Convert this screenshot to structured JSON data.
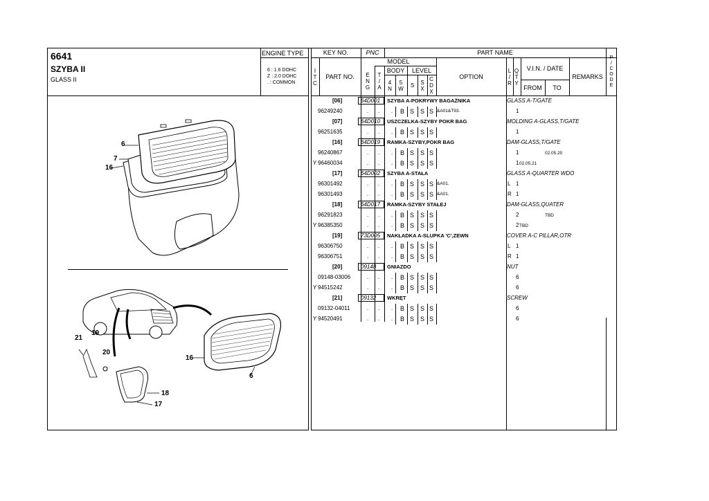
{
  "header": {
    "page_code": "6641",
    "title": "SZYBA II",
    "subtitle": "GLASS II",
    "engine_type_label": "ENGINE TYPE",
    "engine_lines": [
      "6 : 1.6 DOHC",
      "Z : 2.0 DOHC",
      ". : COMMON"
    ],
    "key_no_label": "KEY NO.",
    "pnc_label": "PNC",
    "part_name_label": "PART NAME",
    "itc_label": "I T C",
    "part_no_label": "PART NO.",
    "model_label": "MODEL",
    "body_label": "BODY",
    "level_label": "LEVEL",
    "eng_label": "E N G",
    "ta_label": "T / A",
    "body_cols": [
      "4 N",
      "5 W"
    ],
    "level_cols": [
      "S",
      "S X",
      "C D X"
    ],
    "option_label": "OPTION",
    "lr_label": "L / R",
    "qty_label": "Q T Y",
    "vin_label": "V.I.N. / DATE",
    "from_label": "FROM",
    "to_label": "TO",
    "remarks_label": "REMARKS",
    "pcode_label": "P / C O D E"
  },
  "groups": [
    {
      "key": "[06]",
      "pnc": "64D001",
      "name_pl": "SZYBA A-POKRYWY BAGAŻNIKA",
      "name_en": "GLASS A-T/GATE",
      "parts": [
        {
          "itc": "",
          "part_no": "96249240",
          "eng": ".",
          "ta": ".",
          "n4": ".",
          "w5": "B",
          "s": "S",
          "sx": "S",
          "cdx": "S",
          "option": "&A01&T93.",
          "lr": "",
          "qty": "1",
          "from": "",
          "to": ""
        }
      ]
    },
    {
      "key": "[07]",
      "pnc": "64D010",
      "name_pl": "USZCZELKA-SZYBY POKR BAG",
      "name_en": "MOLDING A-GLASS,T/GATE",
      "parts": [
        {
          "itc": "",
          "part_no": "96251635",
          "eng": ".",
          "ta": ".",
          "n4": ".",
          "w5": "B",
          "s": "S",
          "sx": "S",
          "cdx": "S",
          "option": "",
          "lr": "",
          "qty": "1",
          "from": "",
          "to": ""
        }
      ]
    },
    {
      "key": "[16]",
      "pnc": "64D019",
      "name_pl": "RAMKA-SZYBY,POKR BAG",
      "name_en": "DAM-GLASS,T/GATE",
      "parts": [
        {
          "itc": "",
          "part_no": "96240867",
          "eng": ".",
          "ta": ".",
          "n4": ".",
          "w5": "B",
          "s": "S",
          "sx": "S",
          "cdx": "S",
          "option": "",
          "lr": "",
          "qty": "1",
          "from": "",
          "to": "02.05.20"
        },
        {
          "itc": "Y",
          "part_no": "96460034",
          "eng": ".",
          "ta": ".",
          "n4": ".",
          "w5": "B",
          "s": "S",
          "sx": "S",
          "cdx": "S",
          "option": "",
          "lr": "",
          "qty": "1",
          "from": "02.05.21",
          "to": ""
        }
      ]
    },
    {
      "key": "[17]",
      "pnc": "64D002",
      "name_pl": "SZYBA A-STAŁA",
      "name_en": "GLASS A-QUARTER WDO",
      "parts": [
        {
          "itc": "",
          "part_no": "96301492",
          "eng": ".",
          "ta": ".",
          "n4": ".",
          "w5": "B",
          "s": "S",
          "sx": "S",
          "cdx": "S",
          "option": "&A01.",
          "lr": "L",
          "qty": "1",
          "from": "",
          "to": ""
        },
        {
          "itc": "",
          "part_no": "96301493",
          "eng": ".",
          "ta": ".",
          "n4": ".",
          "w5": "B",
          "s": "S",
          "sx": "S",
          "cdx": "S",
          "option": "&A01.",
          "lr": "R",
          "qty": "1",
          "from": "",
          "to": ""
        }
      ]
    },
    {
      "key": "[18]",
      "pnc": "64D017",
      "name_pl": "RAMKA-SZYBY STAŁEJ",
      "name_en": "DAM-GLASS,QUATER",
      "parts": [
        {
          "itc": "",
          "part_no": "96291823",
          "eng": ".",
          "ta": ".",
          "n4": ".",
          "w5": "B",
          "s": "S",
          "sx": "S",
          "cdx": "S",
          "option": "",
          "lr": "",
          "qty": "2",
          "from": "",
          "to": "TBD"
        },
        {
          "itc": "Y",
          "part_no": "96385350",
          "eng": ".",
          "ta": ".",
          "n4": ".",
          "w5": "B",
          "s": "S",
          "sx": "S",
          "cdx": "S",
          "option": "",
          "lr": "",
          "qty": "2",
          "from": "TBD",
          "to": ""
        }
      ]
    },
    {
      "key": "[19]",
      "pnc": "73D005",
      "name_pl": "NAKŁADKA A-SLUPKA 'C',ZEWN",
      "name_en": "COVER A-C PILLAR,OTR",
      "parts": [
        {
          "itc": "",
          "part_no": "96306750",
          "eng": ".",
          "ta": ".",
          "n4": ".",
          "w5": "B",
          "s": "S",
          "sx": "S",
          "cdx": "S",
          "option": "",
          "lr": "L",
          "qty": "1",
          "from": "",
          "to": ""
        },
        {
          "itc": "",
          "part_no": "96306751",
          "eng": ".",
          "ta": ".",
          "n4": ".",
          "w5": "B",
          "s": "S",
          "sx": "S",
          "cdx": "S",
          "option": "",
          "lr": "R",
          "qty": "1",
          "from": "",
          "to": ""
        }
      ]
    },
    {
      "key": "[20]",
      "pnc": "09148",
      "name_pl": "GNIAZDO",
      "name_en": "NUT",
      "parts": [
        {
          "itc": "",
          "part_no": "09148-03006",
          "eng": ".",
          "ta": ".",
          "n4": ".",
          "w5": "B",
          "s": "S",
          "sx": "S",
          "cdx": "S",
          "option": "",
          "lr": "",
          "qty": "6",
          "from": "",
          "to": ""
        },
        {
          "itc": "Y",
          "part_no": "94515242",
          "eng": ".",
          "ta": ".",
          "n4": ".",
          "w5": "B",
          "s": "S",
          "sx": "S",
          "cdx": "S",
          "option": "",
          "lr": "",
          "qty": "6",
          "from": "",
          "to": ""
        }
      ]
    },
    {
      "key": "[21]",
      "pnc": "09132",
      "name_pl": "WKRĘT",
      "name_en": "SCREW",
      "parts": [
        {
          "itc": "",
          "part_no": "09132-04011",
          "eng": ".",
          "ta": ".",
          "n4": ".",
          "w5": "B",
          "s": "S",
          "sx": "S",
          "cdx": "S",
          "option": "",
          "lr": "",
          "qty": "6",
          "from": "",
          "to": ""
        },
        {
          "itc": "Y",
          "part_no": "94520491",
          "eng": ".",
          "ta": ".",
          "n4": ".",
          "w5": "B",
          "s": "S",
          "sx": "S",
          "cdx": "S",
          "option": "",
          "lr": "",
          "qty": "6",
          "from": "",
          "to": ""
        }
      ]
    }
  ],
  "diagram": {
    "top_callouts": [
      "6",
      "7",
      "16"
    ],
    "bottom_callouts": [
      "21",
      "19",
      "20",
      "16",
      "6",
      "18",
      "17"
    ]
  }
}
